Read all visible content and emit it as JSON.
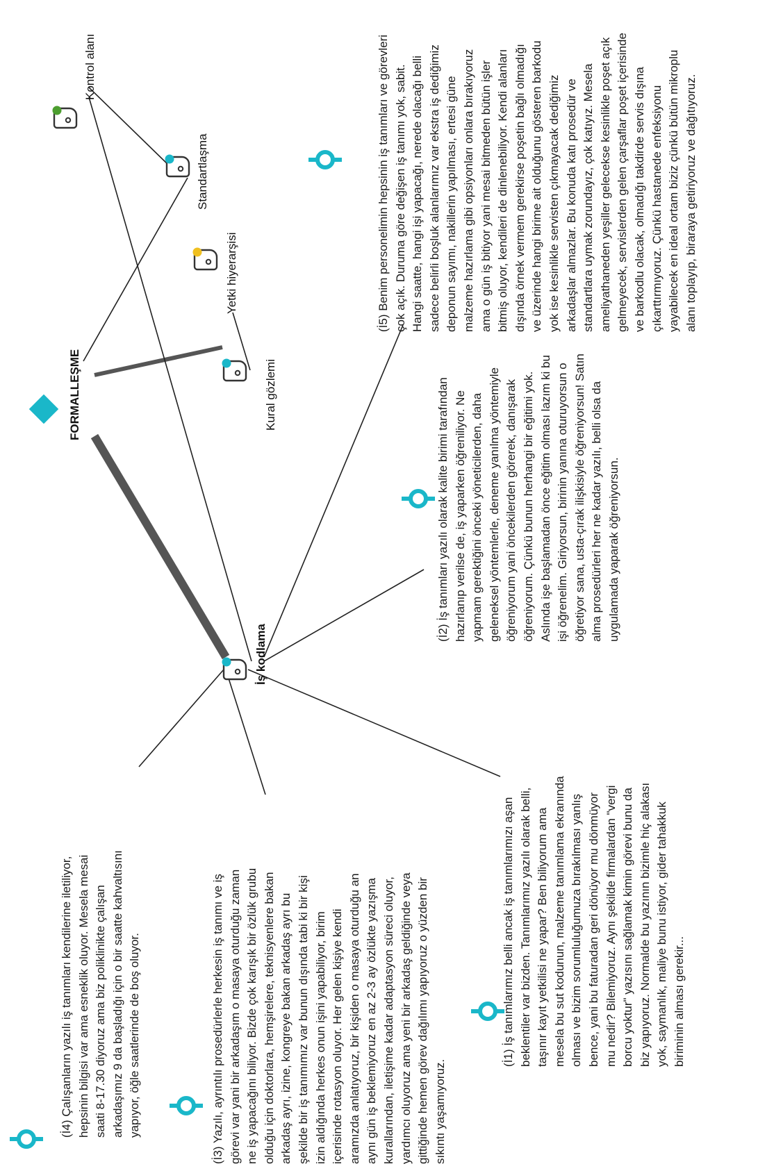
{
  "diagram": {
    "root": {
      "label": "FORMALLEŞME",
      "shape": "diamond",
      "color": "#1ab7c9"
    },
    "codes": [
      {
        "label": "İş kodlama",
        "icon": "code-icon",
        "dot_color": "#1ab7c9"
      },
      {
        "label": "Kural gözlemi",
        "icon": "code-icon",
        "dot_color": "#1ab7c9"
      },
      {
        "label": "Yetki hiyerarşisi",
        "icon": "code-icon",
        "dot_color": "#f0c020"
      },
      {
        "label": "Standartlaşma",
        "icon": "code-icon",
        "dot_color": "#1ab7c9"
      },
      {
        "label": "Kontrol alanı",
        "icon": "code-icon",
        "dot_color": "#4c9e2f"
      }
    ],
    "colors": {
      "accent": "#1ab7c9",
      "thick_link": "#555555",
      "thin_link": "#222222"
    },
    "quotes": [
      {
        "id": "I4",
        "lines": [
          "(İ4) Çalışanların yazılı iş tanımları kendilerine iletiliyor,",
          "hepsinin bilgisi var ama esneklik oluyor. Mesela mesai",
          "saati 8-17.30 diyoruz ama biz poliklinikte çalışan",
          "arkadaşımız 9 da başladığı için o bir saatte kahvaltısını",
          "yapıyor, öğle saatlerinde de boş oluyor."
        ]
      },
      {
        "id": "I3",
        "lines": [
          "(İ3) Yazılı, ayrıntılı prosedürlerle herkesin iş tanımı ve iş",
          "görevi var yani bir arkadaşım o masaya oturduğu zaman",
          "ne iş yapacağını biliyor. Bizde çok karışık bir özlük grubu",
          "olduğu için doktorlara, hemşirelere, teknisyenlere bakan",
          "arkadaş ayrı, izine, kongreye bakan arkadaş ayrı bu",
          "şekilde bir iş tanımımız var bunun dışında tabi ki bir kişi",
          "izin aldığında herkes onun işini yapabiliyor, birim",
          "içerisinde rotasyon oluyor. Her gelen kişiye kendi",
          "aramızda anlatıyoruz, bir kişiden o masaya oturduğu an",
          "aynı gün iş beklemiyoruz en az 2-3 ay özlükte yazışma",
          "kurallarından, iletişime kadar adaptasyon süreci oluyor,",
          "yardımcı oluyoruz ama yeni bir arkadaş geldiğinde veya",
          "gittiğinde hemen görev dağılımı yapıyoruz o yüzden bir",
          "sıkıntı yaşamıyoruz."
        ]
      },
      {
        "id": "I1",
        "lines": [
          "(İ1) İş tanımlarımız belli ancak iş tanımlarımızı aşan",
          "beklentiler var bizden. Tanımlarımız yazılı olarak belli,",
          "taşınır kayıt yetkilisi ne yapar? Ben biliyorum ama",
          "mesela bu sut kodunun, malzeme tanımlama ekranında",
          "olması ve bizim sorumluluğumuza bırakılması yanlış",
          "bence, yani bu faturadan geri dönüyor mu dönmüyor",
          "mu nedir? Bilemiyoruz. Aynı şekilde firmalardan \"vergi",
          "borcu yoktur\" yazısını sağlamak kimin görevi bunu da",
          "biz yapıyoruz. Normalde bu yazının bizimle hiç alakası",
          "yok, saymanlık, maliye bunu istiyor,  gider tahakkuk",
          "biriminin alması gerekir..."
        ]
      },
      {
        "id": "I2",
        "lines": [
          "(İ2) İş tanımları yazılı olarak kalite birimi tarafından",
          "hazırlanıp verilse de, iş yaparken öğreniliyor. Ne",
          "yapmam gerektiğini önceki yöneticilerden, daha",
          "geleneksel yöntemlerle, deneme yanılma yöntemiyle",
          "öğreniyorum yani öncekilerden görerek, danışarak",
          "öğreniyorum. Çünkü bunun herhangi bir eğitimi yok.",
          "Aslında işe başlamadan önce eğitim olması lazım ki bu",
          "işi öğrenelim. Giriyorsun, birinin yanına oturuyorsun o",
          "öğretiyor sana, usta-çırak ilişkisiyle öğreniyorsun! Satın",
          "alma prosedürleri her ne kadar yazılı, belli olsa da",
          "uygulamada yaparak öğreniyorsun."
        ]
      },
      {
        "id": "I5",
        "lines": [
          "(İ5) Benim personelimin hepsinin iş tanımları ve görevleri",
          "çok açık. Duruma göre değişen iş tanımı yok, sabit.",
          "Hangi saatte, hangi işi yapacağı, nerede olacağı belli",
          "sadece belirli boşluk alanlarımız var ekstra iş dediğimiz",
          "deponun sayımı, nakillerin yapılması, ertesi güne",
          "malzeme hazırlama gibi opsiyonları onlara bırakıyoruz",
          "ama o gün iş bitiyor yani mesai bitmeden bütün işler",
          "bitmiş oluyor, kendileri de dinlenebiliyor. Kendi alanları",
          "dışında örnek vermem gerekirse poşetin bağlı olmadığı",
          "ve üzerinde hangi birime ait olduğunu gösteren barkodu",
          "yok ise kesinlikle servisten çıkmayacak dediğimiz",
          "arkadaşlar almazlar. Bu konuda katı prosedür ve",
          "standartlara uymak zorundayız, çok katıyız. Mesela",
          "ameliyathaneden yeşiller gelecekse kesinlikle poşet açık",
          "gelmeyecek, servislerden gelen çarşaflar poşet içerisinde",
          "ve barkodlu olacak, olmadığı takdirde servis dışına",
          "çıkarttırmıyoruz. Çünkü hastanede enfeksiyonu",
          "yayabilecek en ideal ortam biziz çünkü bütün mikroplu",
          "alanı toplayıp, biraraya getiriyoruz ve dağıtıyoruz."
        ]
      }
    ]
  }
}
